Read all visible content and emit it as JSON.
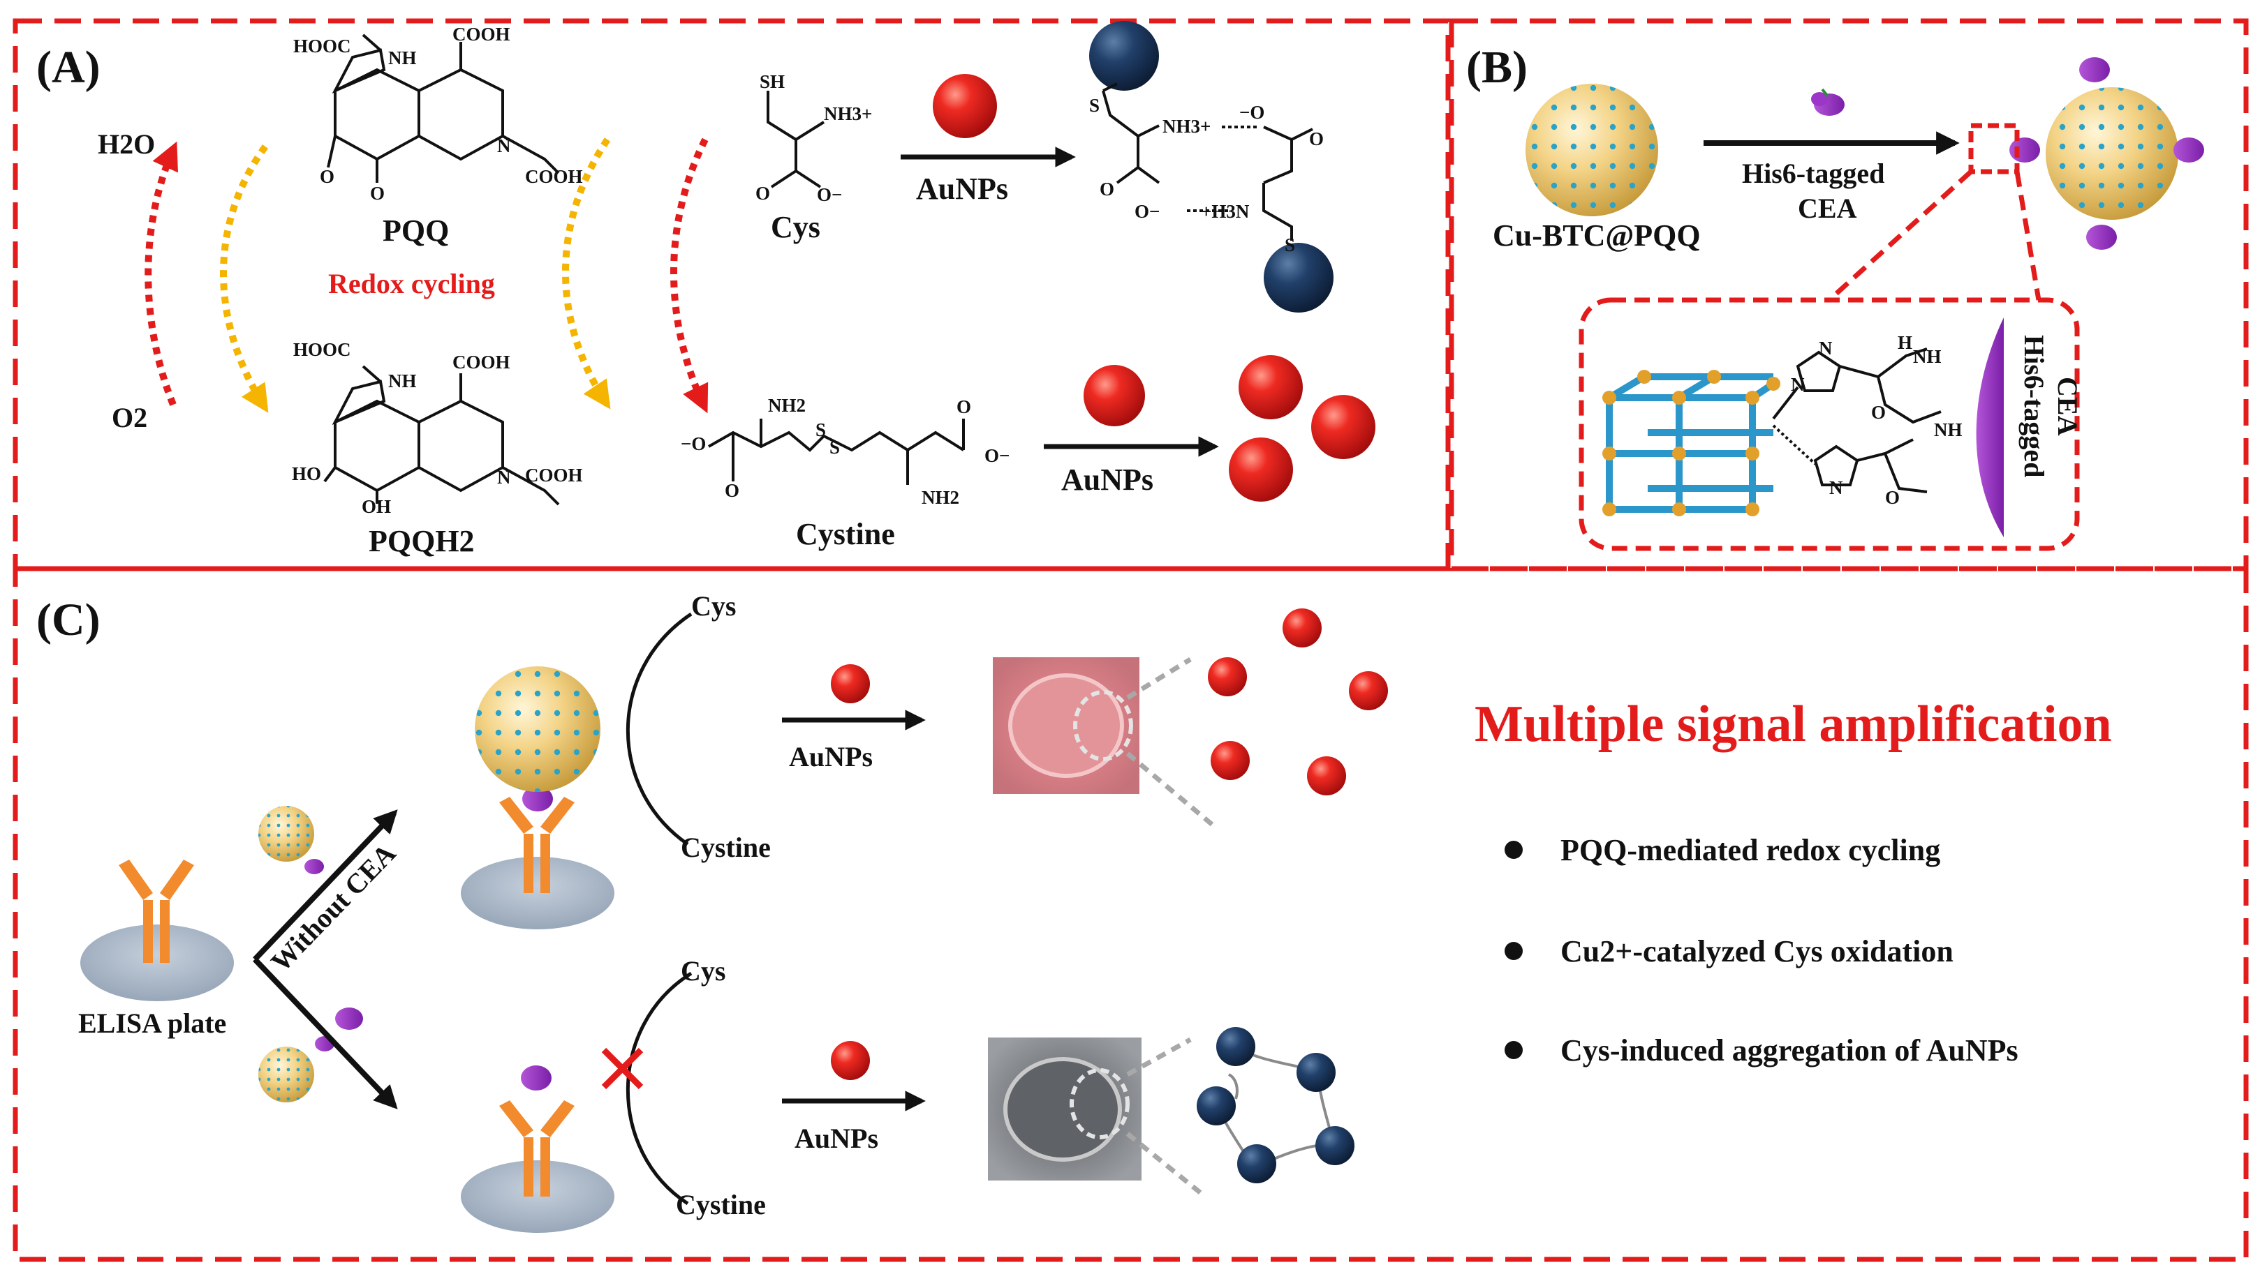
{
  "panels": {
    "a": "(A)",
    "b": "(B)",
    "c": "(C)"
  },
  "colors": {
    "frame": "#e31b1b",
    "gold_np": "#f1d07a",
    "red_np": "#e51d1d",
    "navy_np": "#1b3558",
    "antibody": "#f28a2e",
    "cea": "#8a2bb8",
    "plate": "#a9b6c6",
    "arrow": "#111111"
  },
  "panel_a": {
    "h2o": "H2O",
    "o2": "O2",
    "pqq": {
      "cooh_left": "HOOC",
      "cooh_top": "COOH",
      "cooh_right": "COOH",
      "nh": "NH",
      "n": "N",
      "o1": "O",
      "o2": "O",
      "name": "PQQ"
    },
    "pqqh2": {
      "cooh_left": "HOOC",
      "cooh_top": "COOH",
      "cooh_right": "COOH",
      "nh": "NH",
      "n": "N",
      "oh_left": "HO",
      "oh_bottom": "OH",
      "name": "PQQH2"
    },
    "redox_label": "Redox cycling",
    "cys": {
      "sh": "SH",
      "nh3": "NH3+",
      "o_top": "O",
      "o_minus": "O−",
      "name": "Cys"
    },
    "cys_arrow_label": "AuNPs",
    "cys_product": {
      "nh3_top": "NH3+",
      "o_minus_top": "−O",
      "o_top": "O",
      "o_bottom": "O",
      "o_minus_bottom": "O−",
      "nh3_bottom": "+H3N",
      "s_top": "S",
      "s_bottom": "S"
    },
    "cystine": {
      "o_minus_left": "−O",
      "o_left": "O",
      "nh2_top": "NH2",
      "s1": "S",
      "s2": "S",
      "nh2_bottom": "NH2",
      "o_right": "O",
      "o_minus_right": "O−",
      "name": "Cystine"
    },
    "cystine_arrow_label": "AuNPs"
  },
  "panel_b": {
    "material_label": "Cu-BTC@PQQ",
    "arrow_label_1": "His6-tagged",
    "arrow_label_2": "CEA",
    "zoom": {
      "n1": "N",
      "n2": "N",
      "nh1": "NH",
      "nh2": "NH",
      "h": "H",
      "n3": "N",
      "o1": "O",
      "o2": "O",
      "cea_label_1": "His6-tagged",
      "cea_label_2": "CEA"
    }
  },
  "panel_c": {
    "top_cys": "Cys",
    "top_cystine": "Cystine",
    "bottom_cys": "Cys",
    "bottom_cystine": "Cystine",
    "top_arrow_label": "AuNPs",
    "bottom_arrow_label": "AuNPs",
    "branch_label": "Without CEA",
    "plate_label": "ELISA plate",
    "headline": "Multiple signal amplification",
    "bullets": [
      "PQQ-mediated redox cycling",
      "Cu2+-catalyzed Cys oxidation",
      "Cys-induced aggregation of AuNPs"
    ]
  }
}
